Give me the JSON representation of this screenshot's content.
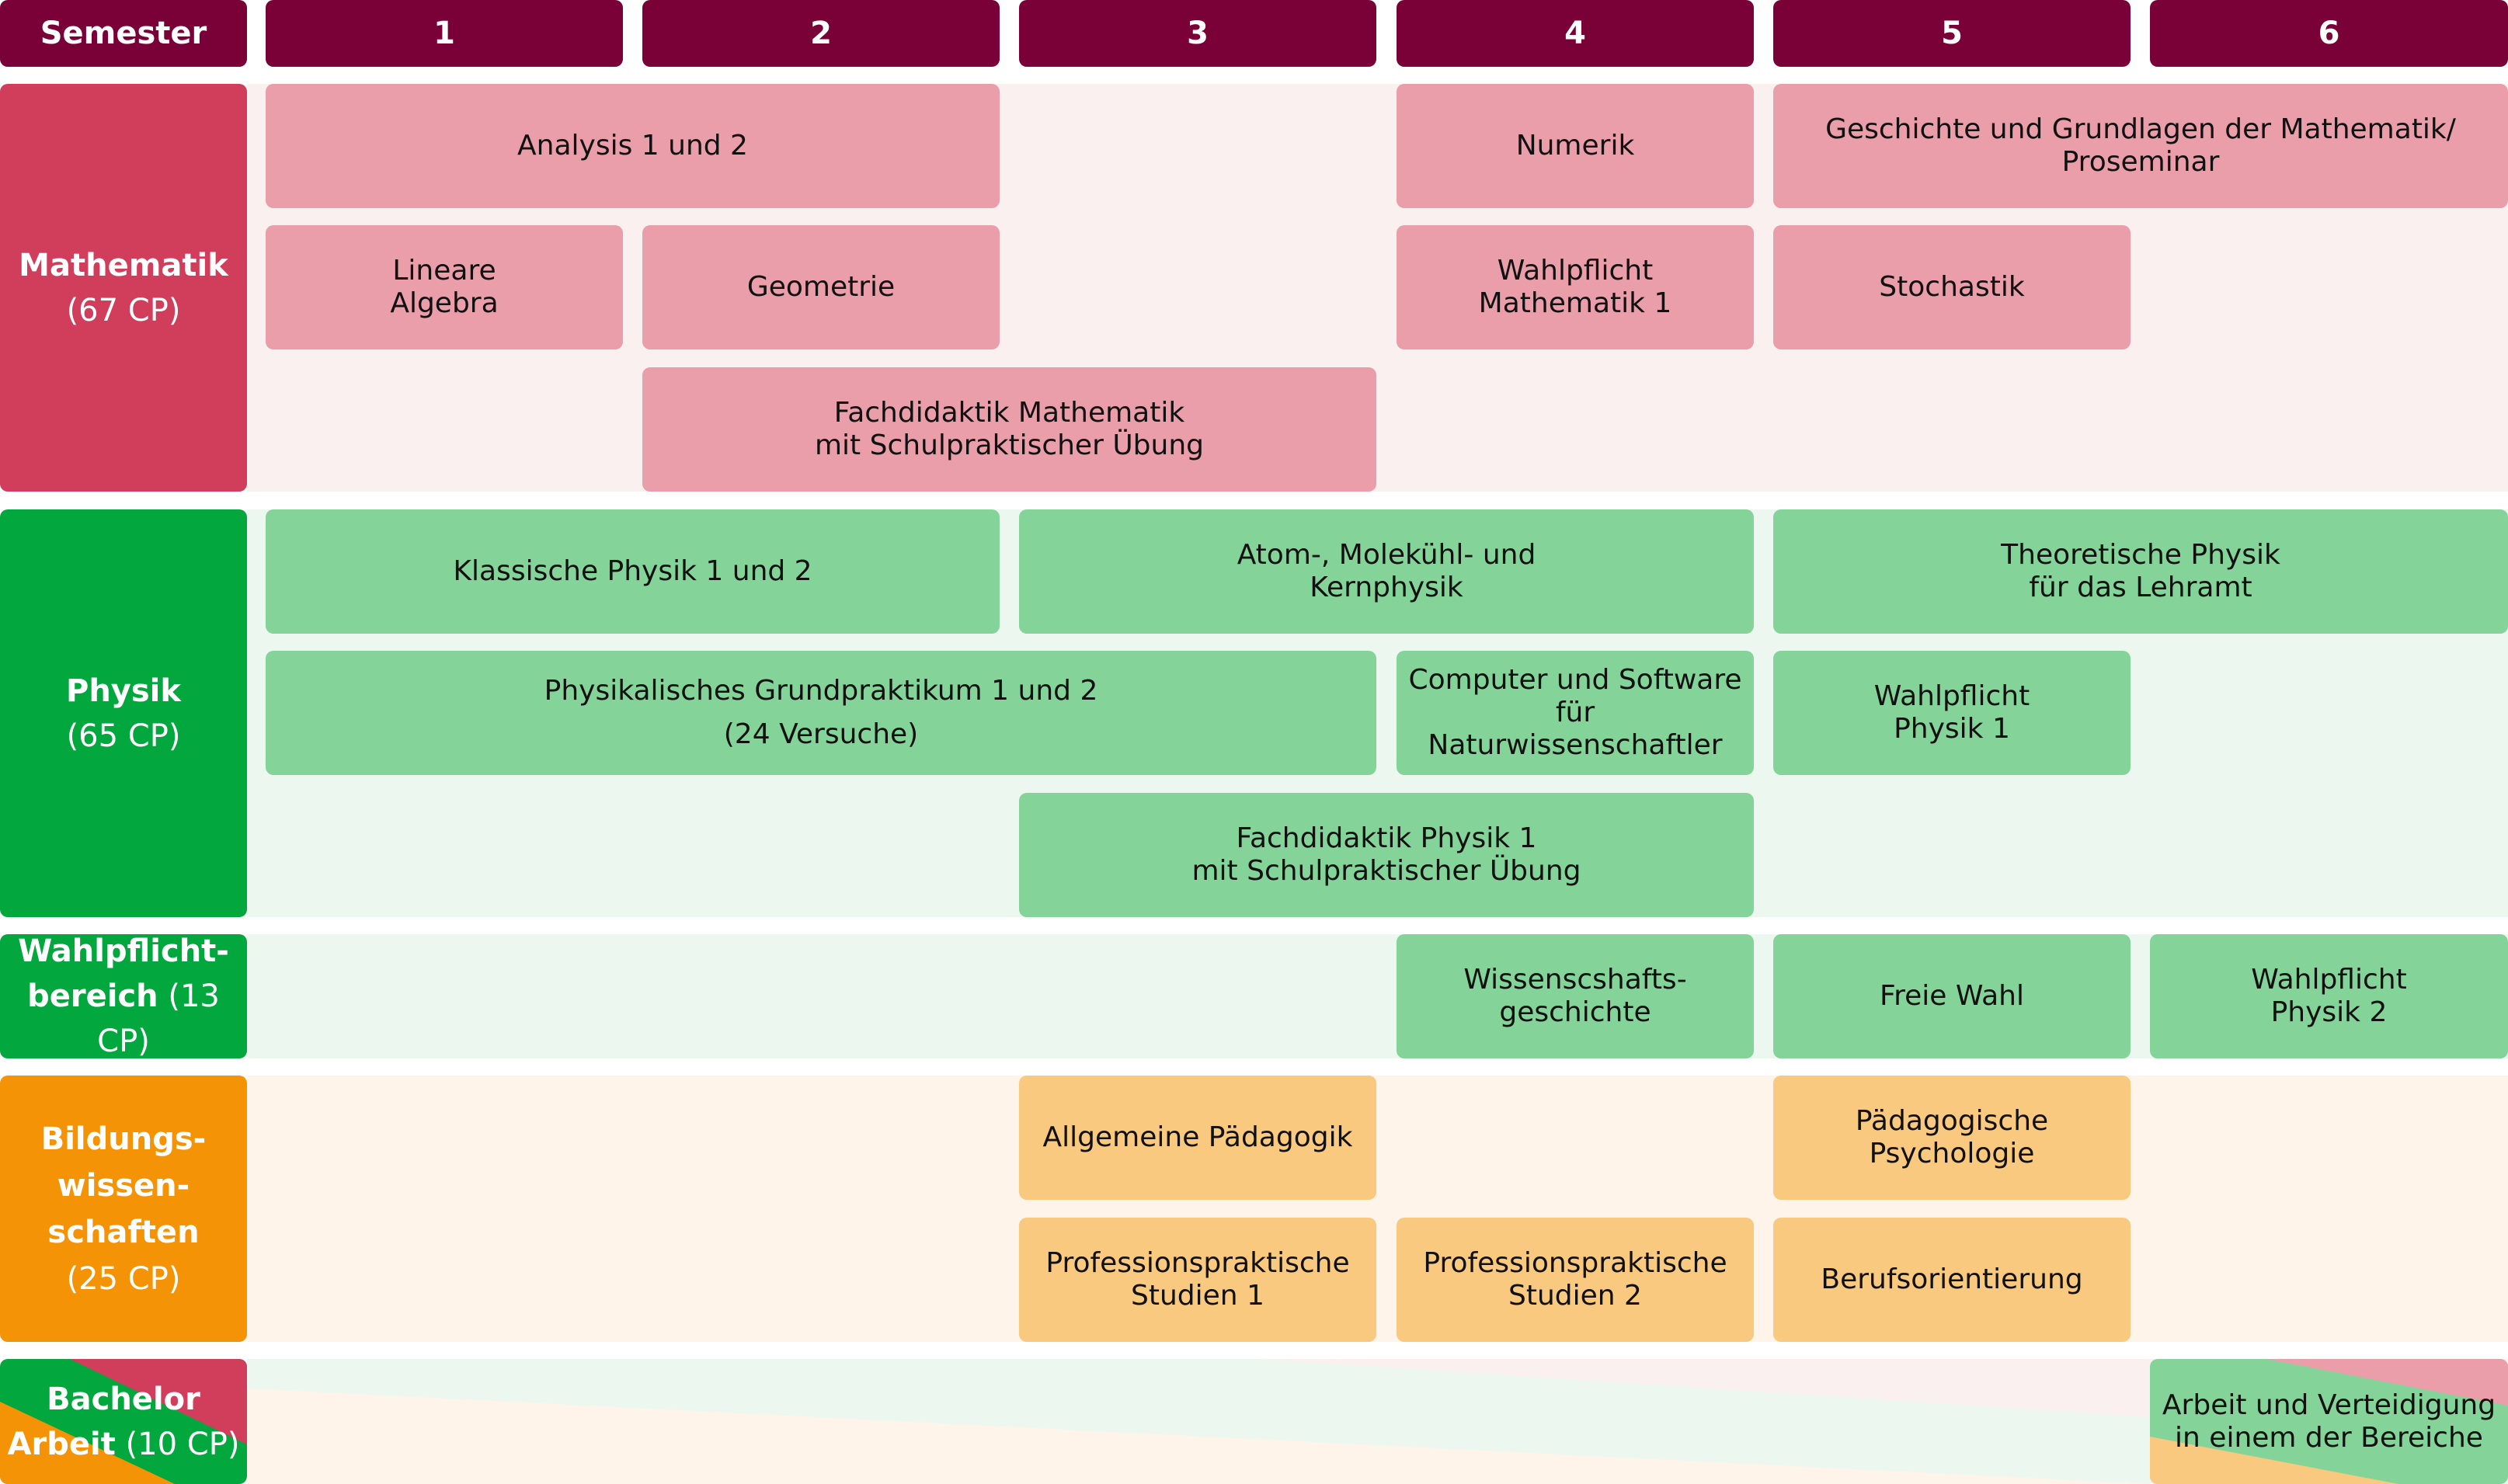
{
  "colors": {
    "header": "#7a0038",
    "math_cat": "#d13e5b",
    "math_mod": "#e99ea9",
    "math_bg": "#fbf0f0",
    "phys_cat": "#02a73e",
    "phys_mod": "#84d49a",
    "phys_bg": "#ecf7ef",
    "edu_cat": "#f59307",
    "edu_mod": "#f8c97e",
    "edu_bg": "#fef4ea"
  },
  "header": {
    "semester_label": "Semester",
    "semesters": [
      "1",
      "2",
      "3",
      "4",
      "5",
      "6"
    ]
  },
  "categories": {
    "math": {
      "name": "Mathematik",
      "cp": "(67 CP)"
    },
    "phys": {
      "name": "Physik",
      "cp": "(65 CP)"
    },
    "wahl": {
      "name_line1": "Wahlpflicht-",
      "name_line2": "bereich",
      "cp": "(13 CP)"
    },
    "bild": {
      "name": "Bildungs-\nwissen-\nschaften",
      "cp": "(25 CP)"
    },
    "bach": {
      "name_line1": "Bachelor",
      "name_line2": "Arbeit",
      "cp": "(10 CP)"
    }
  },
  "modules": {
    "analysis": "Analysis 1 und 2",
    "numerik": "Numerik",
    "geschichte": "Geschichte und Grundlagen der Mathematik/\nProseminar",
    "lineare": "Lineare\nAlgebra",
    "geometrie": "Geometrie",
    "wpm1": "Wahlpflicht\nMathematik 1",
    "stochastik": "Stochastik",
    "fd_math": "Fachdidaktik Mathematik\nmit Schulpraktischer Übung",
    "klassisch": "Klassische Physik 1 und 2",
    "atom": "Atom-, Molekühl- und\nKernphysik",
    "theo": "Theoretische Physik\nfür das Lehramt",
    "grund_line1": "Physikalisches Grundpraktikum 1 und 2",
    "grund_line2": "(24 Versuche)",
    "computer": "Computer und Software\nfür\nNaturwissenschaftler",
    "wpp1": "Wahlpflicht\nPhysik 1",
    "fd_phys": "Fachdidaktik Physik 1\nmit Schulpraktischer Übung",
    "wiss": "Wissenscshafts-\ngeschichte",
    "freie": "Freie Wahl",
    "wpp2": "Wahlpflicht\nPhysik 2",
    "allg_paed": "Allgemeine Pädagogik",
    "paed_psy": "Pädagogische\nPsychologie",
    "pps1": "Professionspraktische\nStudien 1",
    "pps2": "Professionspraktische\nStudien 2",
    "beruf": "Berufsorientierung",
    "bachelor": "Arbeit und Verteidigung\nin einem der Bereiche"
  }
}
